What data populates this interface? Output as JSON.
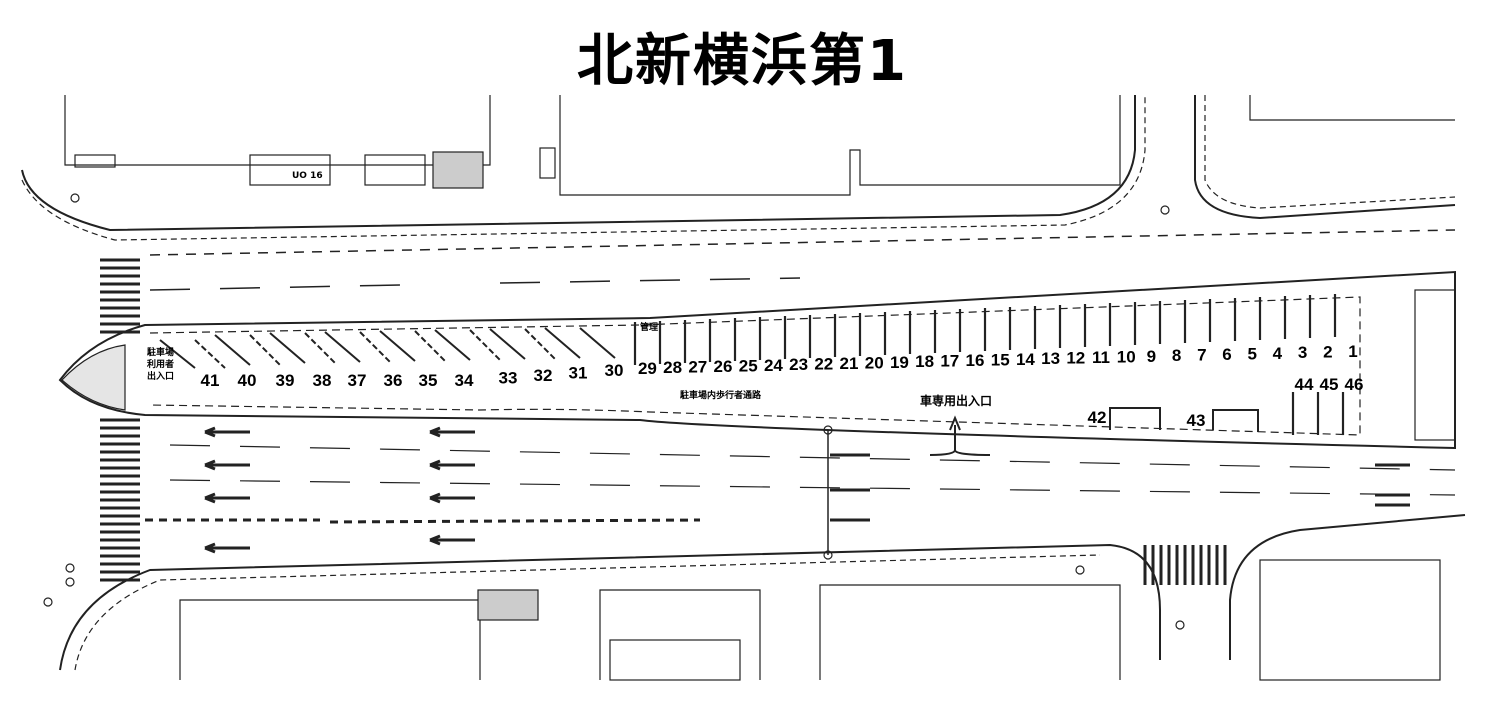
{
  "title": "北新横浜第1",
  "labels": {
    "bay_entrance_line1": "駐車場",
    "bay_entrance_line2": "利用者",
    "bay_entrance_line3": "出入口",
    "pedestrian_path": "駐車場内歩行者通路",
    "vehicle_entrance": "車専用出入口",
    "road_marking": "UO 16",
    "small_mark": "管理"
  },
  "spaces": {
    "parallel": [
      "1",
      "2",
      "3",
      "4",
      "5",
      "6",
      "7",
      "8",
      "9",
      "10",
      "11",
      "12",
      "13",
      "14",
      "15",
      "16",
      "17",
      "18",
      "19",
      "20",
      "21",
      "22",
      "23",
      "24",
      "25",
      "26",
      "27",
      "28",
      "29"
    ],
    "angled": [
      "30",
      "31",
      "32",
      "33",
      "34",
      "35",
      "36",
      "37",
      "38",
      "39",
      "40",
      "41"
    ],
    "bays": [
      "42",
      "43"
    ],
    "right": [
      "44",
      "45",
      "46"
    ]
  }
}
